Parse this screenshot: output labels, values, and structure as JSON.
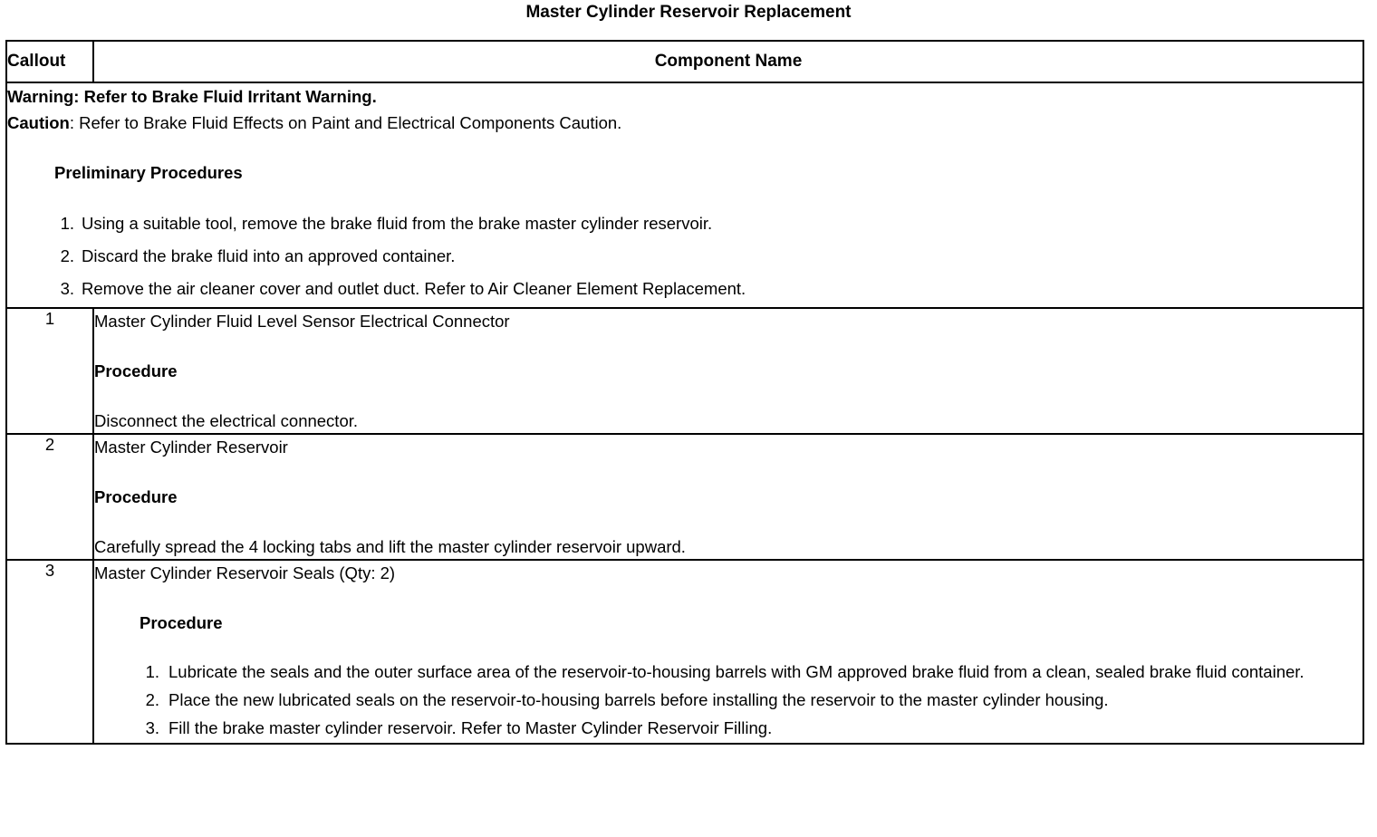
{
  "document": {
    "title": "Master Cylinder Reservoir Replacement"
  },
  "table": {
    "headers": {
      "callout": "Callout",
      "component_name": "Component Name"
    },
    "preliminary": {
      "warning_label": "Warning:",
      "warning_text": " Refer to Brake Fluid Irritant Warning.",
      "caution_label": "Caution",
      "caution_text": ": Refer to Brake Fluid Effects on Paint and Electrical Components Caution.",
      "heading": "Preliminary Procedures",
      "steps": [
        {
          "num": "1.",
          "text": "Using a suitable tool, remove the brake fluid from the brake master cylinder reservoir."
        },
        {
          "num": "2.",
          "text": "Discard the brake fluid into an approved container."
        },
        {
          "num": "3.",
          "text": "Remove the air cleaner cover and outlet duct. Refer to Air Cleaner Element Replacement."
        }
      ]
    },
    "rows": [
      {
        "callout": "1",
        "component_name": "Master Cylinder Fluid Level Sensor Electrical Connector",
        "procedure_label": "Procedure",
        "procedure_text": "Disconnect the electrical connector."
      },
      {
        "callout": "2",
        "component_name": "Master Cylinder Reservoir",
        "procedure_label": "Procedure",
        "procedure_text": "Carefully spread the 4 locking tabs and lift the master cylinder reservoir upward."
      },
      {
        "callout": "3",
        "component_name": "Master Cylinder Reservoir Seals (Qty: 2)",
        "procedure_label": "Procedure",
        "steps": [
          {
            "num": "1.",
            "text": "Lubricate the seals and the outer surface area of the reservoir-to-housing barrels with GM approved brake fluid from a clean, sealed brake fluid container."
          },
          {
            "num": "2.",
            "text": "Place the new lubricated seals on the reservoir-to-housing barrels before installing the reservoir to the master cylinder housing."
          },
          {
            "num": "3.",
            "text": "Fill the brake master cylinder reservoir. Refer to Master Cylinder Reservoir Filling."
          }
        ]
      }
    ]
  },
  "colors": {
    "text": "#000000",
    "border": "#000000",
    "background": "#ffffff"
  }
}
